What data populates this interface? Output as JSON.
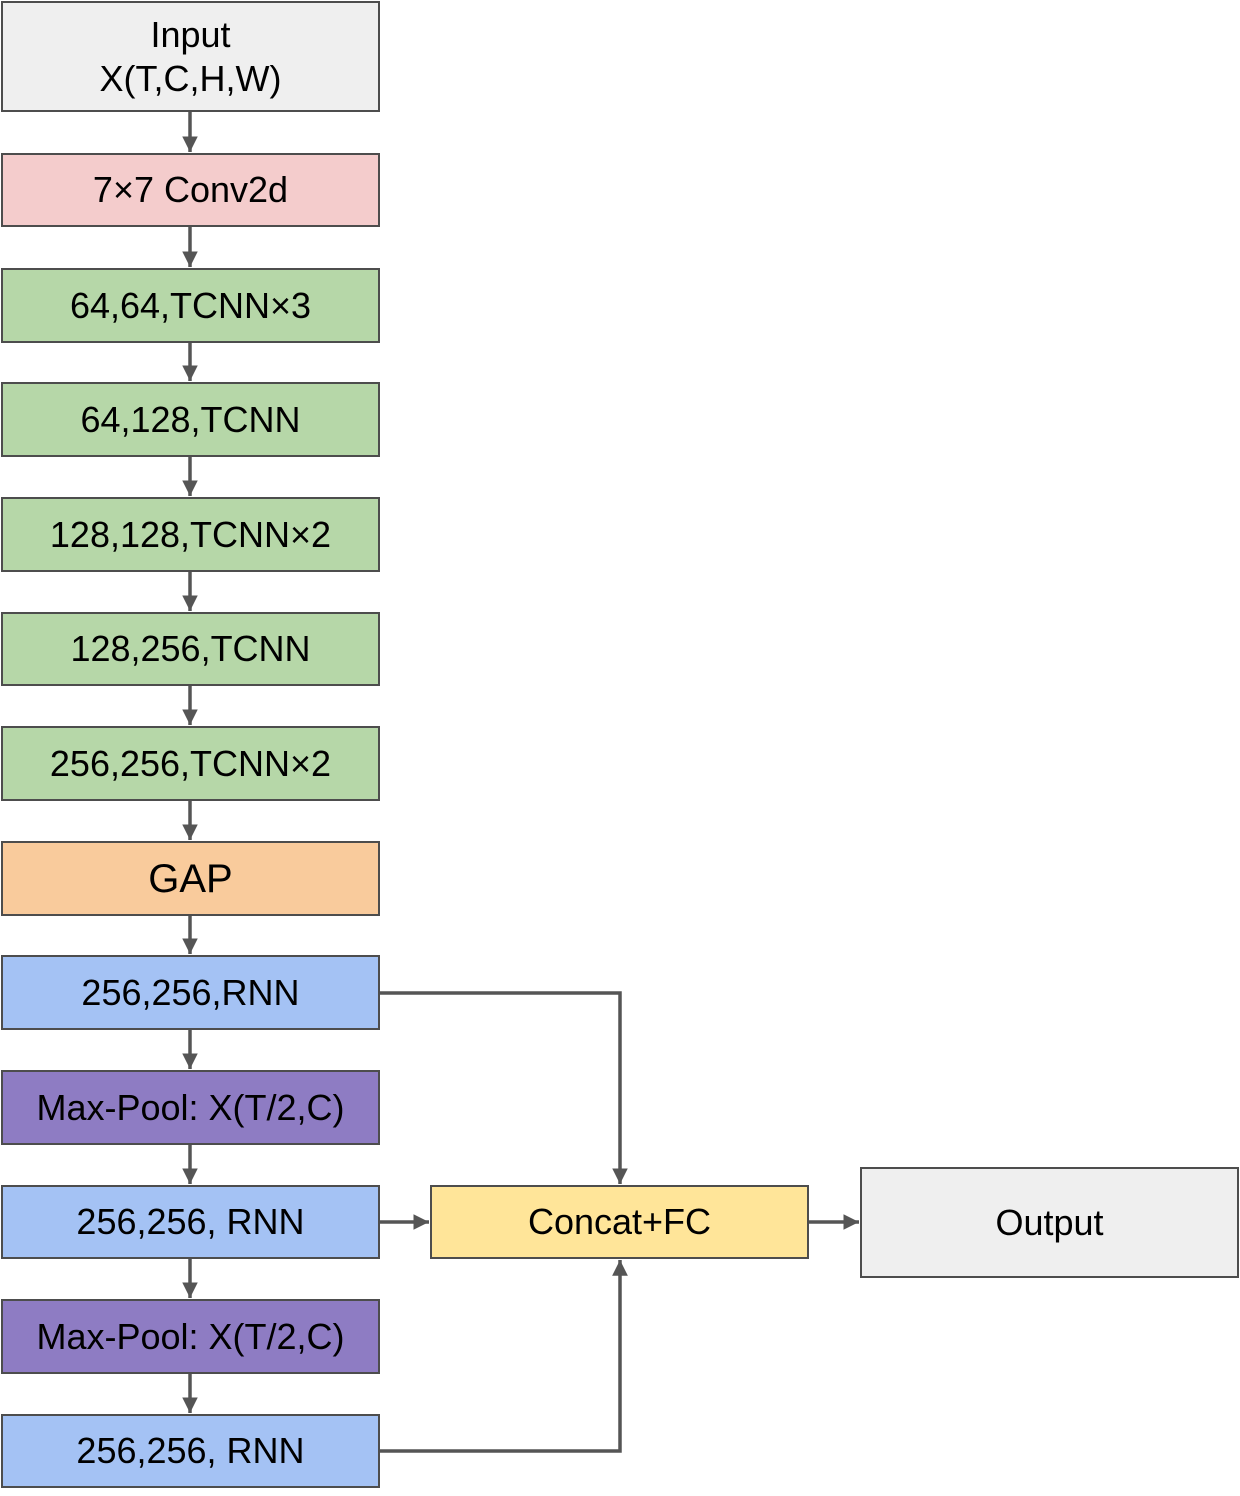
{
  "colors": {
    "input": "#efefef",
    "conv": "#f4cccc",
    "tcnn": "#b6d7a8",
    "gap": "#f9cb9c",
    "rnn": "#a4c2f4",
    "maxpool": "#8e7cc3",
    "concat": "#ffe599",
    "output": "#efefef",
    "border": "#4d4d4d",
    "arrow": "#555555"
  },
  "nodes": {
    "input": {
      "label": "Input\nX(T,C,H,W)"
    },
    "conv": {
      "label": "7×7 Conv2d"
    },
    "tcnn1": {
      "label": "64,64,TCNN×3"
    },
    "tcnn2": {
      "label": "64,128,TCNN"
    },
    "tcnn3": {
      "label": "128,128,TCNN×2"
    },
    "tcnn4": {
      "label": "128,256,TCNN"
    },
    "tcnn5": {
      "label": "256,256,TCNN×2"
    },
    "gap": {
      "label": "GAP"
    },
    "rnn1": {
      "label": "256,256,RNN"
    },
    "maxpool1": {
      "label": "Max-Pool: X(T/2,C)"
    },
    "rnn2": {
      "label": "256,256, RNN"
    },
    "maxpool2": {
      "label": "Max-Pool: X(T/2,C)"
    },
    "rnn3": {
      "label": "256,256, RNN"
    },
    "concat": {
      "label": "Concat+FC"
    },
    "output": {
      "label": "Output"
    }
  },
  "edges": [
    [
      "input",
      "conv"
    ],
    [
      "conv",
      "tcnn1"
    ],
    [
      "tcnn1",
      "tcnn2"
    ],
    [
      "tcnn2",
      "tcnn3"
    ],
    [
      "tcnn3",
      "tcnn4"
    ],
    [
      "tcnn4",
      "tcnn5"
    ],
    [
      "tcnn5",
      "gap"
    ],
    [
      "gap",
      "rnn1"
    ],
    [
      "rnn1",
      "maxpool1"
    ],
    [
      "maxpool1",
      "rnn2"
    ],
    [
      "rnn2",
      "maxpool2"
    ],
    [
      "maxpool2",
      "rnn3"
    ],
    [
      "rnn1",
      "concat"
    ],
    [
      "rnn2",
      "concat"
    ],
    [
      "rnn3",
      "concat"
    ],
    [
      "concat",
      "output"
    ]
  ]
}
